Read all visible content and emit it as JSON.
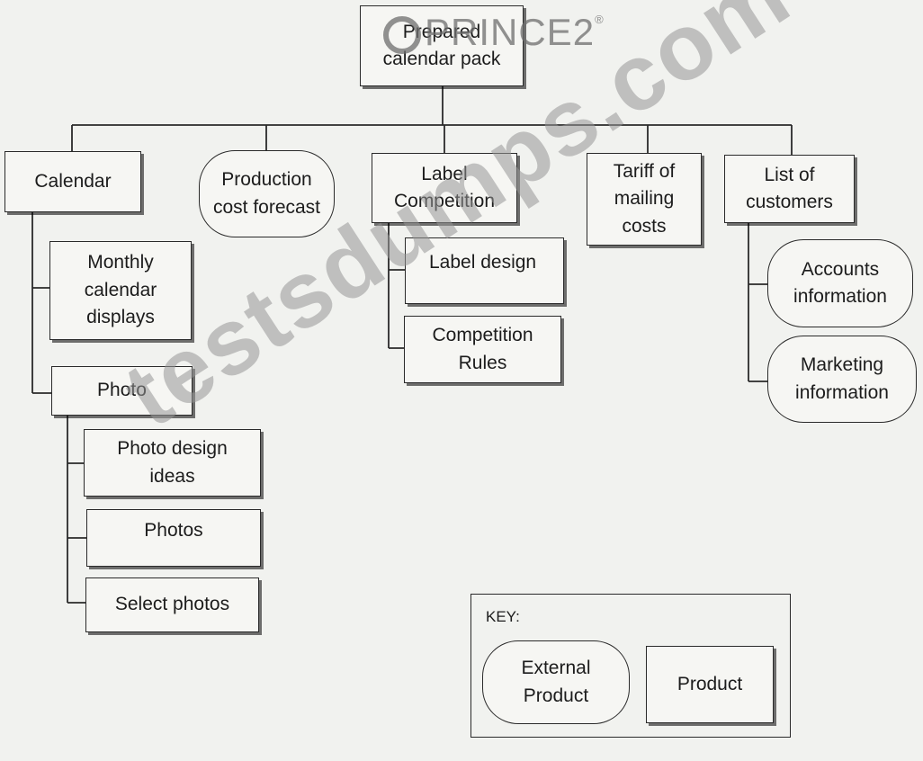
{
  "root": {
    "label": "Prepared\ncalendar pack"
  },
  "calendar": {
    "label": "Calendar",
    "monthly": "Monthly\ncalendar\ndisplays",
    "photo": {
      "label": "Photo",
      "design_ideas": "Photo design\nideas",
      "photos": "Photos",
      "select": "Select photos"
    }
  },
  "production_forecast": "Production\ncost forecast",
  "label_competition": {
    "label": "Label\nCompetition",
    "design": "Label design",
    "rules": "Competition\nRules"
  },
  "tariff": "Tariff of\nmailing\ncosts",
  "customers": {
    "label": "List of\ncustomers",
    "accounts": "Accounts\ninformation",
    "marketing": "Marketing\ninformation"
  },
  "key": {
    "title": "KEY:",
    "external": "External\nProduct",
    "product": "Product"
  },
  "logo_text": "PRINCE2",
  "logo_mark": "®",
  "watermark": "testsdumps.com"
}
